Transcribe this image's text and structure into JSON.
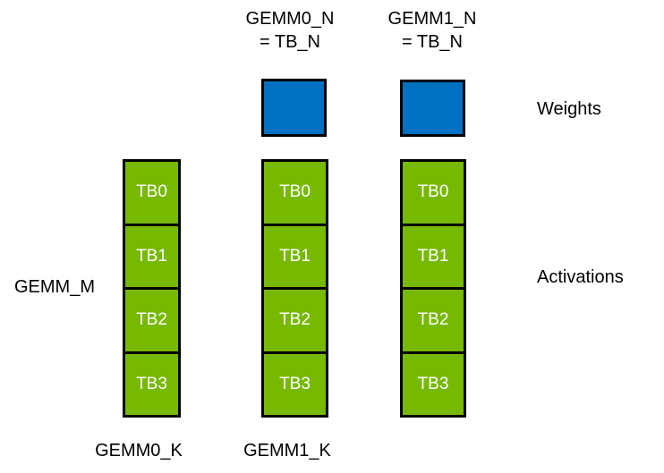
{
  "labels": {
    "gemm0_n": {
      "line1": "GEMM0_N",
      "line2": "= TB_N"
    },
    "gemm1_n": {
      "line1": "GEMM1_N",
      "line2": "= TB_N"
    },
    "weights": "Weights",
    "activations": "Activations",
    "gemm_m": "GEMM_M",
    "gemm0_k": "GEMM0_K",
    "gemm1_k": "GEMM1_K"
  },
  "columns": [
    {
      "name": "gemm0-activation-column",
      "blocks": [
        "TB0",
        "TB1",
        "TB2",
        "TB3"
      ]
    },
    {
      "name": "gemm1-activation-column",
      "blocks": [
        "TB0",
        "TB1",
        "TB2",
        "TB3"
      ]
    },
    {
      "name": "right-activation-column",
      "blocks": [
        "TB0",
        "TB1",
        "TB2",
        "TB3"
      ]
    }
  ],
  "weights_squares_count": 2,
  "colors": {
    "weights_blue": "#0070C0",
    "activations_green": "#76B900",
    "outline_black": "#000000",
    "block_text_white": "#FFFFFF",
    "background_white": "#FFFFFF"
  }
}
